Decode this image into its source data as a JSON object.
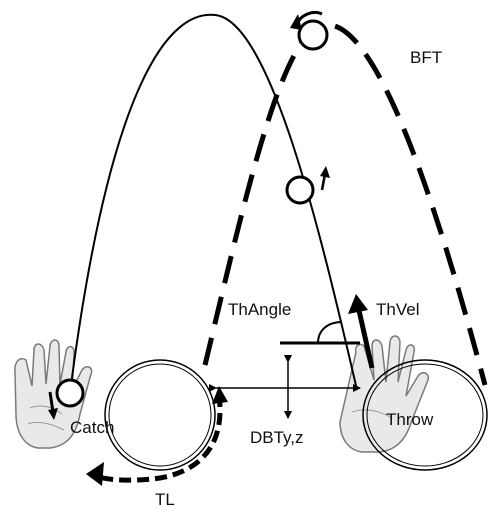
{
  "labels": {
    "bft": "BFT",
    "th_angle": "ThAngle",
    "th_vel": "ThVel",
    "catch": "Catch",
    "throw": "Throw",
    "dbt": "DBTy,z",
    "tl": "TL"
  },
  "colors": {
    "stroke": "#000000",
    "hand_fill": "#e9e9e9",
    "hand_line": "#7a7a7a",
    "background": "#ffffff"
  },
  "icons": [
    "left-hand-icon",
    "right-hand-icon",
    "ball-icon",
    "arrow-icon"
  ]
}
